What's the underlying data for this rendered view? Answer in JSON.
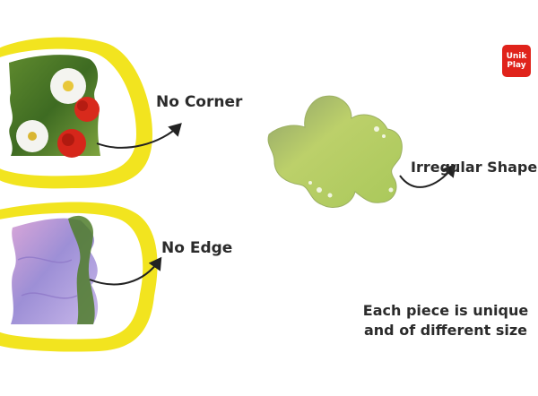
{
  "labels": {
    "no_corner": "No Corner",
    "no_edge": "No Edge",
    "irregular_shape": "Irregular Shape"
  },
  "caption": {
    "line1": "Each piece is unique",
    "line2": "and of different size"
  },
  "logo": {
    "line1": "Unik",
    "line2": "Play"
  },
  "colors": {
    "highlight_yellow": "#f2e41f",
    "brand_red": "#e0231b",
    "piece_green": "#b9d166",
    "text_dark": "#2b2b2b"
  }
}
